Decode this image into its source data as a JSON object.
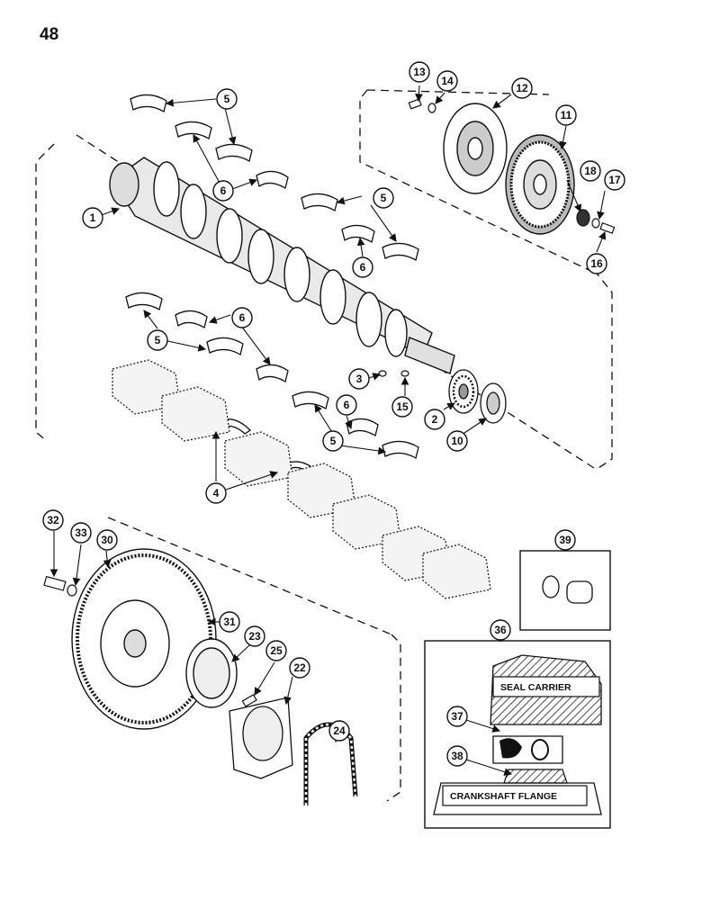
{
  "page": {
    "number": "48"
  },
  "callouts": [
    {
      "id": "c1",
      "label": "1"
    },
    {
      "id": "c2",
      "label": "2"
    },
    {
      "id": "c3",
      "label": "3"
    },
    {
      "id": "c4",
      "label": "4"
    },
    {
      "id": "c5a",
      "label": "5"
    },
    {
      "id": "c5b",
      "label": "5"
    },
    {
      "id": "c5c",
      "label": "5"
    },
    {
      "id": "c5d",
      "label": "5"
    },
    {
      "id": "c6a",
      "label": "6"
    },
    {
      "id": "c6b",
      "label": "6"
    },
    {
      "id": "c6c",
      "label": "6"
    },
    {
      "id": "c6d",
      "label": "6"
    },
    {
      "id": "c10",
      "label": "10"
    },
    {
      "id": "c11",
      "label": "11"
    },
    {
      "id": "c12",
      "label": "12"
    },
    {
      "id": "c13",
      "label": "13"
    },
    {
      "id": "c14",
      "label": "14"
    },
    {
      "id": "c15",
      "label": "15"
    },
    {
      "id": "c16",
      "label": "16"
    },
    {
      "id": "c17",
      "label": "17"
    },
    {
      "id": "c18",
      "label": "18"
    },
    {
      "id": "c22",
      "label": "22"
    },
    {
      "id": "c23",
      "label": "23"
    },
    {
      "id": "c24",
      "label": "24"
    },
    {
      "id": "c25",
      "label": "25"
    },
    {
      "id": "c30",
      "label": "30"
    },
    {
      "id": "c31",
      "label": "31"
    },
    {
      "id": "c32",
      "label": "32"
    },
    {
      "id": "c33",
      "label": "33"
    },
    {
      "id": "c36",
      "label": "36"
    },
    {
      "id": "c37",
      "label": "37"
    },
    {
      "id": "c38",
      "label": "38"
    },
    {
      "id": "c39",
      "label": "39"
    }
  ],
  "detail": {
    "seal_carrier_label": "SEAL CARRIER",
    "crankshaft_flange_label": "CRANKSHAFT FLANGE"
  }
}
